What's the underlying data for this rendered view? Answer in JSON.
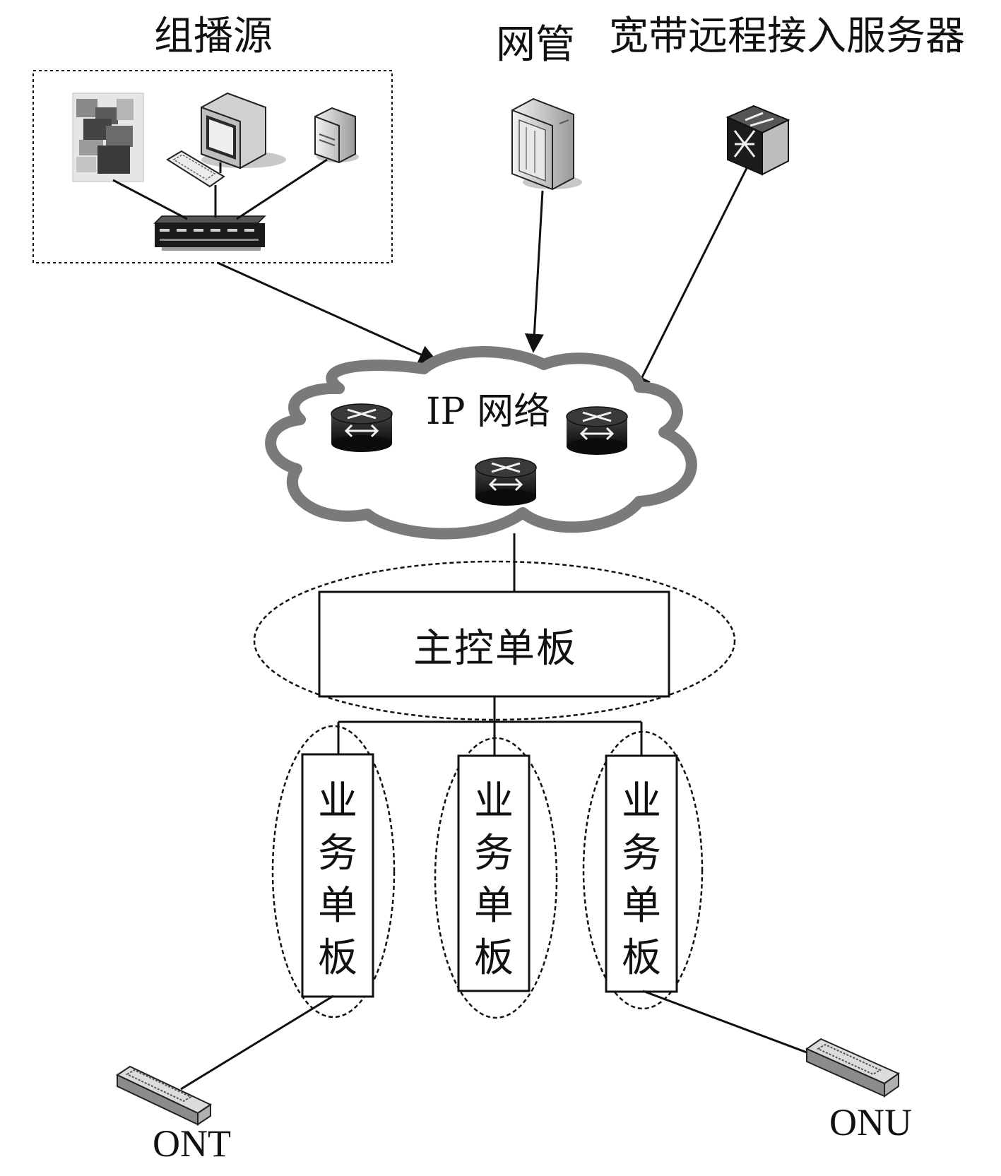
{
  "labels": {
    "multicast_source": "组播源",
    "network_mgmt": "网管",
    "bras": "宽带远程接入服务器",
    "ip_network": "IP 网络",
    "main_board": "主控单板",
    "service_board": "业务单板",
    "ont": "ONT",
    "onu": "ONU"
  },
  "icons": {
    "multicast_devices": [
      "satellite-dish-icon",
      "desktop-computer-icon",
      "keyboard-icon",
      "tower-server-icon",
      "encoder-switch-icon"
    ],
    "network_mgmt_device": "tower-server-icon",
    "bras_device": "switch-cube-icon",
    "ip_network_routers": [
      "router-icon",
      "router-icon",
      "router-icon"
    ],
    "endpoints": [
      "ont-device-icon",
      "onu-device-icon"
    ]
  },
  "colors": {
    "line": "#111111",
    "cloud_outline": "#7a7a7a",
    "device_dark": "#1e1e1e",
    "device_light": "#d9d9d9"
  }
}
